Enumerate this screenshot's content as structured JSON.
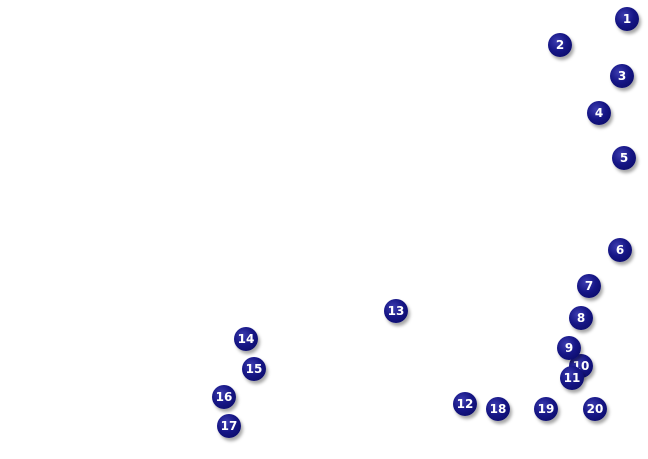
{
  "markers": [
    {
      "label": "1"
    },
    {
      "label": "2"
    },
    {
      "label": "3"
    },
    {
      "label": "4"
    },
    {
      "label": "5"
    },
    {
      "label": "6"
    },
    {
      "label": "7"
    },
    {
      "label": "8"
    },
    {
      "label": "9"
    },
    {
      "label": "10"
    },
    {
      "label": "11"
    },
    {
      "label": "12"
    },
    {
      "label": "13"
    },
    {
      "label": "14"
    },
    {
      "label": "15"
    },
    {
      "label": "16"
    },
    {
      "label": "17"
    },
    {
      "label": "18"
    },
    {
      "label": "19"
    },
    {
      "label": "20"
    }
  ],
  "colors": {
    "marker_fill": "#10107a",
    "marker_text": "#ffffff",
    "background": "#ffffff"
  }
}
